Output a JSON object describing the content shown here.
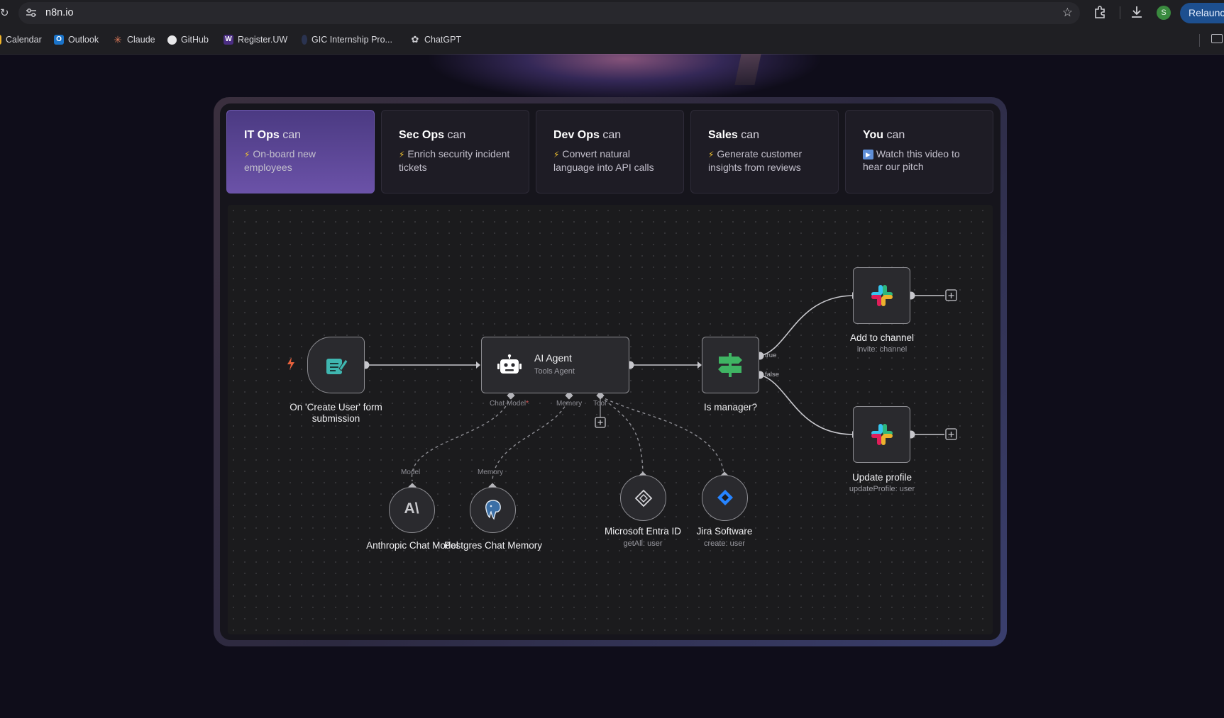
{
  "browser": {
    "url": "n8n.io",
    "relaunch_label": "Relaunch",
    "profile_initial": "S",
    "bookmarks": [
      {
        "label": "Calendar",
        "icon": "calendar-icon"
      },
      {
        "label": "Outlook",
        "icon": "outlook-icon"
      },
      {
        "label": "Claude",
        "icon": "claude-icon"
      },
      {
        "label": "GitHub",
        "icon": "github-icon"
      },
      {
        "label": "Register.UW",
        "icon": "uw-icon"
      },
      {
        "label": "GIC Internship Pro...",
        "icon": "gic-icon"
      },
      {
        "label": "ChatGPT",
        "icon": "chatgpt-icon"
      }
    ]
  },
  "cards": [
    {
      "role": "IT Ops",
      "can": "can",
      "text": "On-board new employees",
      "icon": "lightning-icon",
      "active": true
    },
    {
      "role": "Sec Ops",
      "can": "can",
      "text": "Enrich security incident tickets",
      "icon": "lightning-icon"
    },
    {
      "role": "Dev Ops",
      "can": "can",
      "text": "Convert natural language into API calls",
      "icon": "lightning-icon"
    },
    {
      "role": "Sales",
      "can": "can",
      "text": "Generate customer insights from reviews",
      "icon": "lightning-icon"
    },
    {
      "role": "You",
      "can": "can",
      "text": "Watch this video to hear our pitch",
      "icon": "play-icon"
    }
  ],
  "workflow": {
    "trigger": {
      "label": "On 'Create User' form submission"
    },
    "agent": {
      "title": "AI Agent",
      "subtitle": "Tools Agent",
      "port_chat_model": "Chat Model",
      "port_required": "*",
      "port_memory": "Memory",
      "port_tool": "Tool"
    },
    "anthropic": {
      "label": "Anthropic Chat Model",
      "port": "Model"
    },
    "postgres": {
      "label": "Postgres Chat Memory",
      "port": "Memory"
    },
    "entra": {
      "label": "Microsoft Entra ID",
      "sub": "getAll: user"
    },
    "jira": {
      "label": "Jira Software",
      "sub": "create: user"
    },
    "ifnode": {
      "label": "Is manager?",
      "true_label": "true",
      "false_label": "false"
    },
    "slack1": {
      "label": "Add to channel",
      "sub": "invite: channel"
    },
    "slack2": {
      "label": "Update profile",
      "sub": "updateProfile: user"
    }
  },
  "colors": {
    "accent": "#6b52a8",
    "trigger": "#e8613c",
    "form_icon": "#3fb6b0",
    "if_icon": "#3fb463",
    "jira": "#2684ff"
  }
}
